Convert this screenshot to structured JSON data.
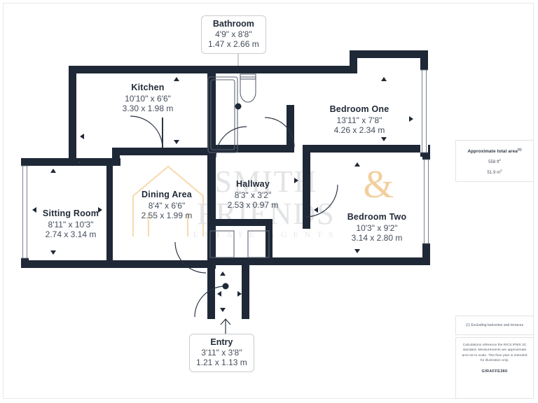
{
  "document": {
    "type": "floor-plan",
    "watermark": {
      "line1": "SMITH",
      "ampersand": "&",
      "line2": "FRIENDS",
      "line3": "ESTATE AGENTS"
    }
  },
  "rooms": [
    {
      "key": "bathroom",
      "name": "Bathroom",
      "imperial": "4'9\" x 8'8\"",
      "metric": "1.47 x 2.66 m",
      "style": "callout"
    },
    {
      "key": "kitchen",
      "name": "Kitchen",
      "imperial": "10'10\" x 6'6\"",
      "metric": "3.30 x 1.98 m",
      "style": "plain"
    },
    {
      "key": "bedroom_one",
      "name": "Bedroom One",
      "imperial": "13'11\" x 7'8\"",
      "metric": "4.26 x 2.34 m",
      "style": "plain"
    },
    {
      "key": "sitting_room",
      "name": "Sitting Room",
      "imperial": "8'11\" x 10'3\"",
      "metric": "2.74 x 3.14 m",
      "style": "plain"
    },
    {
      "key": "dining_area",
      "name": "Dining Area",
      "imperial": "8'4\" x 6'6\"",
      "metric": "2.55 x 1.99 m",
      "style": "plain"
    },
    {
      "key": "hallway",
      "name": "Hallway",
      "imperial": "8'3\" x 3'2\"",
      "metric": "2.53 x 0.97 m",
      "style": "plain"
    },
    {
      "key": "bedroom_two",
      "name": "Bedroom Two",
      "imperial": "10'3\" x 9'2\"",
      "metric": "3.14 x 2.80 m",
      "style": "plain"
    },
    {
      "key": "entry",
      "name": "Entry",
      "imperial": "3'11\" x 3'8\"",
      "metric": "1.21 x 1.13 m",
      "style": "callout"
    }
  ],
  "sidebar": {
    "area": {
      "title": "Approximate total area",
      "title_sup": "(1)",
      "feet_value": "558 ft",
      "feet_sup": "2",
      "metres_value": "51.9 m",
      "metres_sup": "2"
    },
    "footnote": "(1) Excluding balconies and terraces",
    "disclaimer": "Calculations reference the RICS IPMS 3C standard. Measurements are approximate and not to scale. This floor plan is intended for illustration only.",
    "logo_main": "GIRAFFE",
    "logo_suffix": "360"
  },
  "colors": {
    "wall": "#1e2836",
    "label_dark": "#222b38",
    "label_grey": "#444d5c",
    "watermark": "#e3e4e6",
    "watermark_accent": "#f3cf9e",
    "page_border": "#e8e8e8"
  }
}
